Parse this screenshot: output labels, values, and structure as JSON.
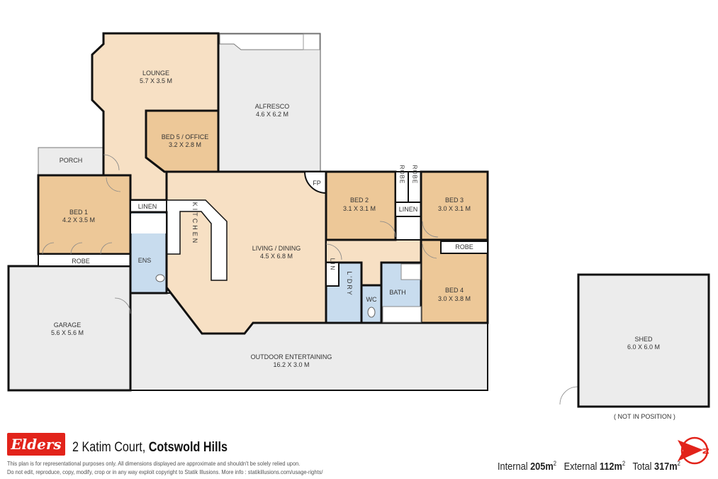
{
  "rooms": {
    "lounge": {
      "name": "LOUNGE",
      "dims": "5.7 X 3.5 M"
    },
    "alfresco": {
      "name": "ALFRESCO",
      "dims": "4.6 X 6.2 M"
    },
    "bed5": {
      "name": "BED 5 / OFFICE",
      "dims": "3.2 X 2.8 M"
    },
    "porch": {
      "name": "PORCH"
    },
    "bed1": {
      "name": "BED 1",
      "dims": "4.2 X 3.5 M"
    },
    "bed1_robe": {
      "name": "ROBE"
    },
    "linen1": {
      "name": "LINEN"
    },
    "ens": {
      "name": "ENS"
    },
    "kitchen": {
      "name": "KITCHEN"
    },
    "living": {
      "name": "LIVING / DINING",
      "dims": "4.5 X 6.8 M"
    },
    "fp": {
      "name": "FP"
    },
    "bed2": {
      "name": "BED 2",
      "dims": "3.1 X 3.1 M"
    },
    "bed3": {
      "name": "BED 3",
      "dims": "3.0 X 3.1 M"
    },
    "robe2": {
      "name": "ROBE"
    },
    "robe3": {
      "name": "ROBE"
    },
    "linen2": {
      "name": "LINEN"
    },
    "bed4": {
      "name": "BED 4",
      "dims": "3.0 X 3.8 M"
    },
    "bed4_robe": {
      "name": "ROBE"
    },
    "lin": {
      "name": "LIN"
    },
    "laundry": {
      "name": "L'DRY"
    },
    "wc": {
      "name": "WC"
    },
    "bath": {
      "name": "BATH"
    },
    "garage": {
      "name": "GARAGE",
      "dims": "5.6 X 5.6 M"
    },
    "outdoor": {
      "name": "OUTDOOR ENTERTAINING",
      "dims": "16.2 X 3.0 M"
    },
    "shed": {
      "name": "SHED",
      "dims": "6.0 X 6.0 M"
    }
  },
  "shed_note": "( NOT IN POSITION )",
  "colors": {
    "living": "#f7e0c4",
    "bedroom": "#edc898",
    "outdoor": "#ececec",
    "wet": "#c8dcee",
    "brand": "#e2231a"
  },
  "footer": {
    "brand": "Elders",
    "address_street": "2 Katim Court,",
    "address_suburb": "Cotswold Hills",
    "disclaimer_1": "This plan is for representational purposes only. All dimensions displayed are approximate and shouldn't be solely relied upon.",
    "disclaimer_2": "Do not edit, reproduce, copy, modify, crop or in any way exploit copyright to Statik Illusions. More info : statikillusions.com/usage-rights/",
    "internal_label": "Internal",
    "internal_value": "205m",
    "external_label": "External",
    "external_value": "112m",
    "total_label": "Total",
    "total_value": "317m",
    "unit_sup": "2",
    "compass_icon": "north-arrow-icon"
  }
}
